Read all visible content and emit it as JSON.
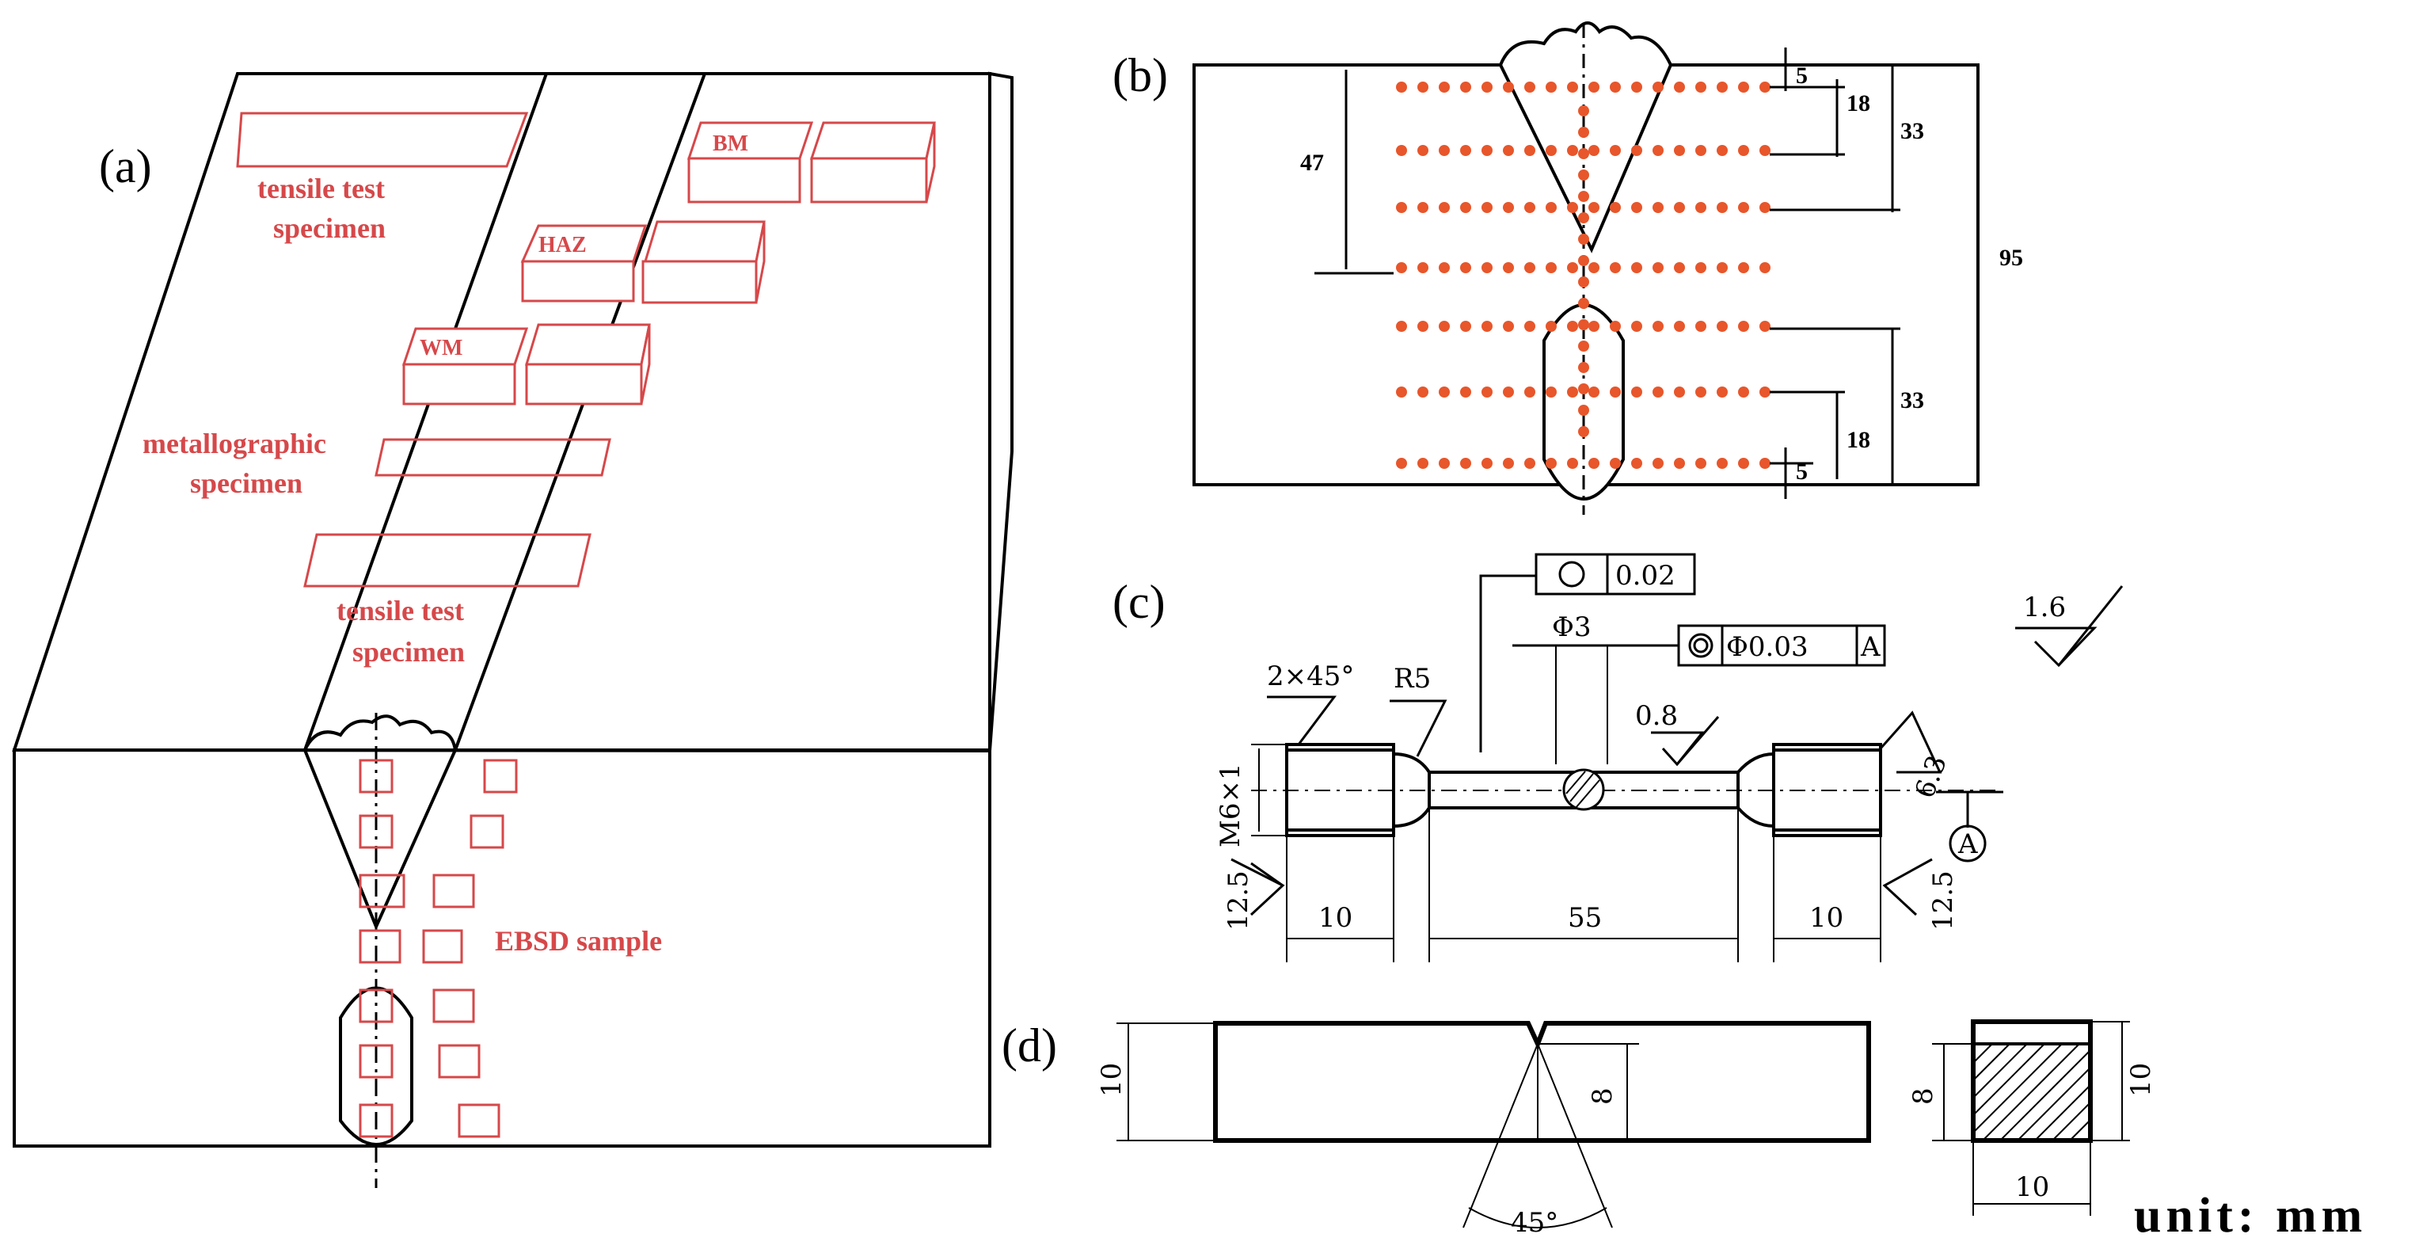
{
  "panels": {
    "a": "(a)",
    "b": "(b)",
    "c": "(c)",
    "d": "(d)"
  },
  "panel_a": {
    "tensile_top": [
      "tensile test",
      "specimen"
    ],
    "bm": "BM",
    "haz": "HAZ",
    "wm": "WM",
    "metallographic": [
      "metallographic",
      "specimen"
    ],
    "tensile_bottom": [
      "tensile test",
      "specimen"
    ],
    "ebsd": "EBSD sample"
  },
  "panel_b": {
    "dims": {
      "d5_top": "5",
      "d18_top": "18",
      "d33_top": "33",
      "d47": "47",
      "d95": "95",
      "d33_bot": "33",
      "d18_bot": "18",
      "d5_bot": "5"
    },
    "colors": {
      "points": "#e8562b"
    }
  },
  "panel_c": {
    "tol_flatness": "0.02",
    "diameter": "Φ3",
    "tol_concentric": "Φ0.03",
    "datum_ref": "A",
    "rough_16": "1.6",
    "chamfer": "2×45°",
    "radius": "R5",
    "rough_08": "0.8",
    "rough_63": "6.3",
    "thread": "M6×1",
    "datum": "A",
    "rough_125_left": "12.5",
    "rough_125_right": "12.5",
    "len_left": "10",
    "len_mid": "55",
    "len_right": "10"
  },
  "panel_d": {
    "height_left": "10",
    "notch_depth": "8",
    "angle": "45°",
    "section_h8": "8",
    "section_h10": "10",
    "section_w10": "10"
  },
  "unit_label": "unit: mm"
}
